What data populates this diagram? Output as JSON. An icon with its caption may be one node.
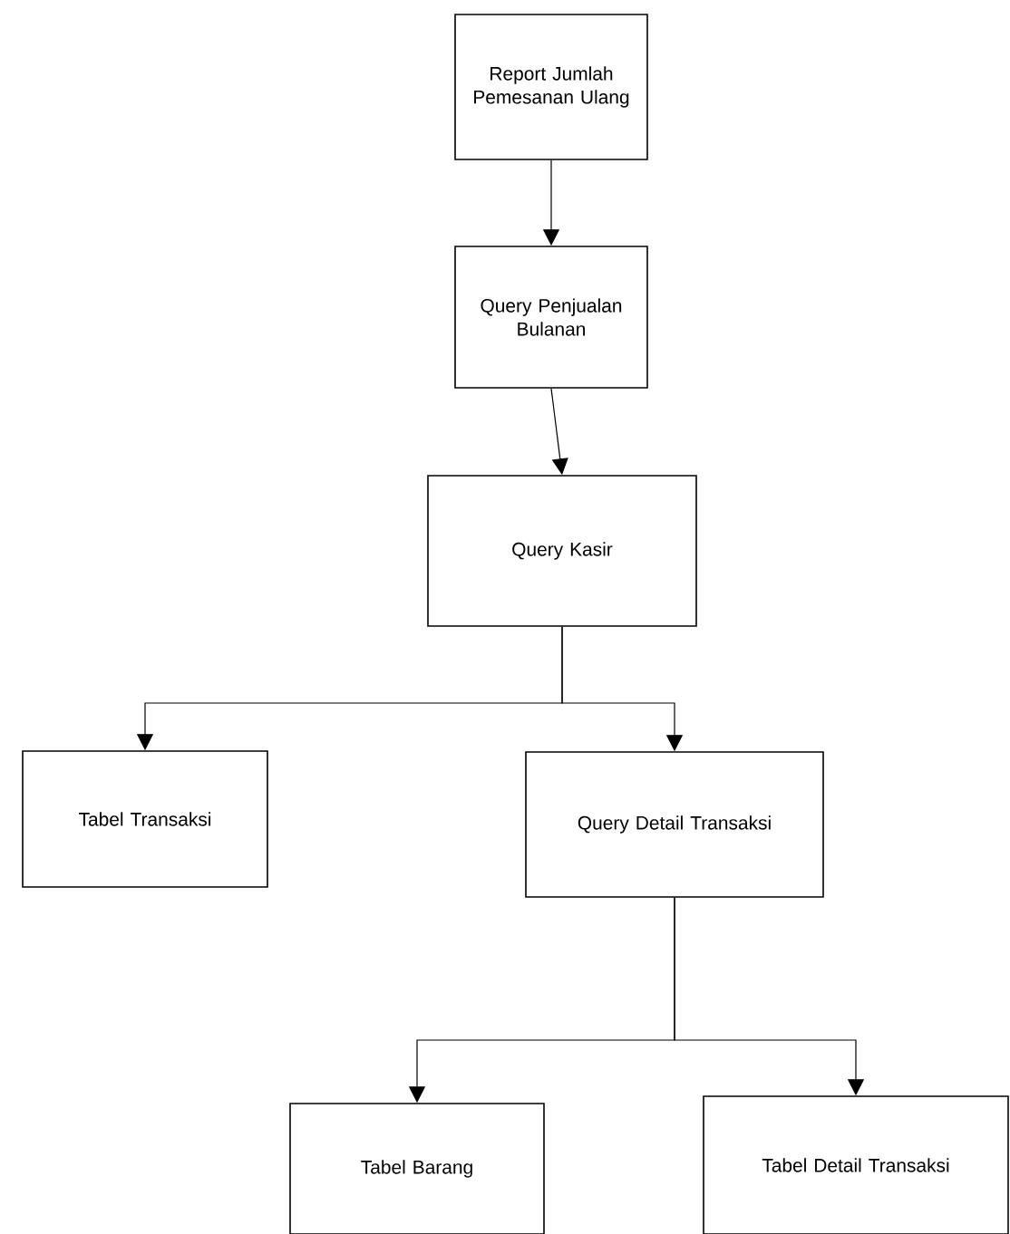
{
  "diagram": {
    "nodes": [
      {
        "text": [
          "Report Jumlah Pemesanan Ulang"
        ]
      },
      {
        "text": [
          "Query Penjualan Bulanan"
        ]
      },
      {
        "text": [
          "Query Kasir"
        ]
      },
      {
        "text": [
          "Tabel Transaksi"
        ]
      },
      {
        "text": [
          "Query Detail Transaksi"
        ]
      },
      {
        "text": [
          "Tabel Barang"
        ]
      },
      {
        "text": [
          "Tabel Detail Transaksi"
        ]
      }
    ],
    "edges": [
      {
        "from": 0,
        "to": 1,
        "arrow": "to"
      },
      {
        "from": 1,
        "to": 2,
        "arrow": "to"
      },
      {
        "from": 2,
        "to": 3,
        "arrow": "to"
      },
      {
        "from": 2,
        "to": 4,
        "arrow": "to"
      },
      {
        "from": 4,
        "to": 5,
        "arrow": "to"
      },
      {
        "from": 4,
        "to": 6,
        "arrow": "to"
      }
    ]
  }
}
